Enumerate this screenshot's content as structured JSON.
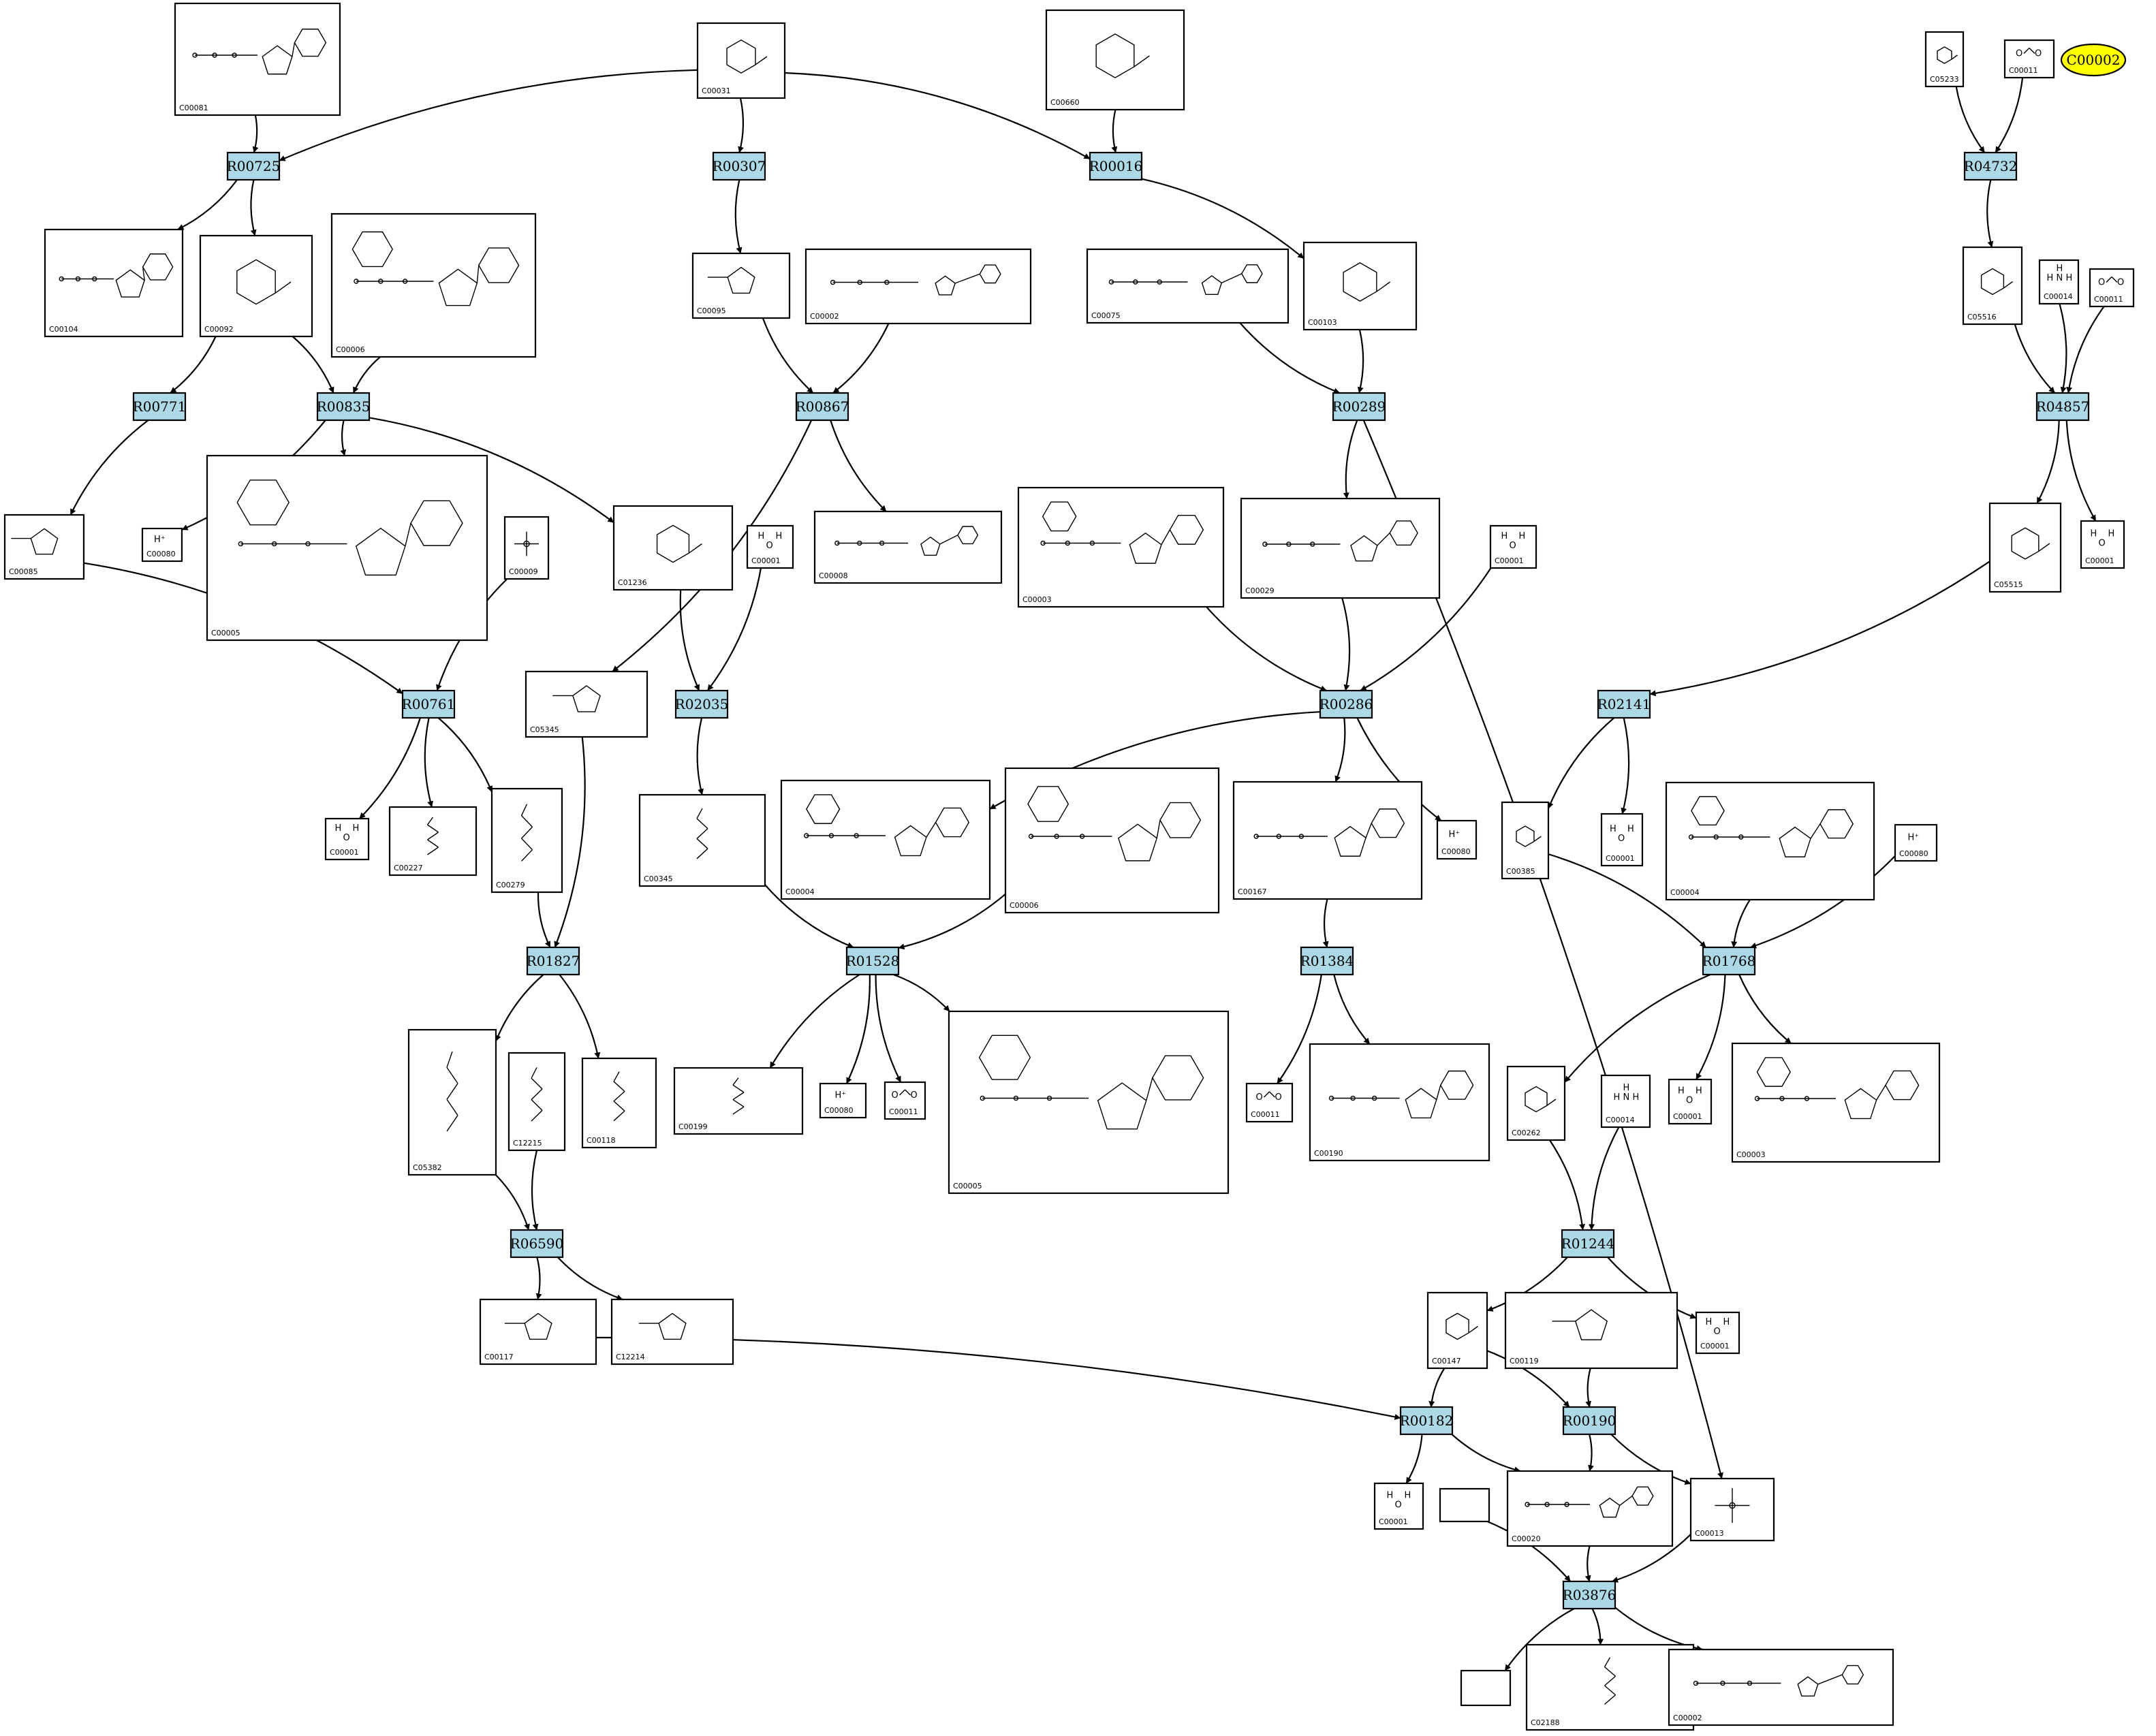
{
  "reactions": [
    "R00725",
    "R00307",
    "R00016",
    "R04732",
    "R00771",
    "R00835",
    "R00867",
    "R00289",
    "R04857",
    "R00761",
    "R02035",
    "R00286",
    "R02141",
    "R01827",
    "R01528",
    "R01384",
    "R01768",
    "R06590",
    "R01244",
    "R00182",
    "R00190",
    "R03876"
  ],
  "highlight": "C00002",
  "compounds": {
    "n_C00081": {
      "id": "C00081",
      "glyph": "nucleotide"
    },
    "n_C00031": {
      "id": "C00031",
      "glyph": "pyranose"
    },
    "n_C00660": {
      "id": "C00660",
      "glyph": "pyranose"
    },
    "n_C05233": {
      "id": "C05233",
      "glyph": "ring"
    },
    "n_C00011a": {
      "id": "C00011",
      "glyph": "co2"
    },
    "n_C00104": {
      "id": "C00104",
      "glyph": "nucleotide"
    },
    "n_C00092": {
      "id": "C00092",
      "glyph": "pyranose"
    },
    "n_C00006a": {
      "id": "C00006",
      "glyph": "dinucleotide"
    },
    "n_C00095": {
      "id": "C00095",
      "glyph": "furanose"
    },
    "n_C00002a": {
      "id": "C00002",
      "glyph": "nucleotide"
    },
    "n_C00075": {
      "id": "C00075",
      "glyph": "nucleotide"
    },
    "n_C00103": {
      "id": "C00103",
      "glyph": "pyranose"
    },
    "n_C05516": {
      "id": "C05516",
      "glyph": "ring"
    },
    "n_C00014a": {
      "id": "C00014",
      "glyph": "nh3"
    },
    "n_C00011b": {
      "id": "C00011",
      "glyph": "co2"
    },
    "n_C00085": {
      "id": "C00085",
      "glyph": "furanose"
    },
    "n_C00080a": {
      "id": "C00080",
      "glyph": "hplus"
    },
    "n_C00005a": {
      "id": "C00005",
      "glyph": "dinucleotide"
    },
    "n_C00009": {
      "id": "C00009",
      "glyph": "phosphate"
    },
    "n_C01236": {
      "id": "C01236",
      "glyph": "pyranose"
    },
    "n_C00001a": {
      "id": "C00001",
      "glyph": "water"
    },
    "n_C00008": {
      "id": "C00008",
      "glyph": "nucleotide"
    },
    "n_C00003a": {
      "id": "C00003",
      "glyph": "dinucleotide"
    },
    "n_C00029": {
      "id": "C00029",
      "glyph": "nucleotide"
    },
    "n_C00001b": {
      "id": "C00001",
      "glyph": "water"
    },
    "n_C05515": {
      "id": "C05515",
      "glyph": "ring"
    },
    "n_C00001c": {
      "id": "C00001",
      "glyph": "water"
    },
    "n_C05345": {
      "id": "C05345",
      "glyph": "furanose"
    },
    "n_C00001d": {
      "id": "C00001",
      "glyph": "water"
    },
    "n_C00227": {
      "id": "C00227",
      "glyph": "chain"
    },
    "n_C00279": {
      "id": "C00279",
      "glyph": "chain"
    },
    "n_C00345": {
      "id": "C00345",
      "glyph": "chain"
    },
    "n_C00004a": {
      "id": "C00004",
      "glyph": "dinucleotide"
    },
    "n_C00006b": {
      "id": "C00006",
      "glyph": "dinucleotide"
    },
    "n_C00167": {
      "id": "C00167",
      "glyph": "nucleotide"
    },
    "n_C00080b": {
      "id": "C00080",
      "glyph": "hplus"
    },
    "n_C00385": {
      "id": "C00385",
      "glyph": "ring"
    },
    "n_C00001e": {
      "id": "C00001",
      "glyph": "water"
    },
    "n_C00004b": {
      "id": "C00004",
      "glyph": "dinucleotide"
    },
    "n_C00080c": {
      "id": "C00080",
      "glyph": "hplus"
    },
    "n_C05382": {
      "id": "C05382",
      "glyph": "chain"
    },
    "n_C12215": {
      "id": "C12215",
      "glyph": "chain"
    },
    "n_C00118": {
      "id": "C00118",
      "glyph": "chain"
    },
    "n_C00199": {
      "id": "C00199",
      "glyph": "chain"
    },
    "n_C00080d": {
      "id": "C00080",
      "glyph": "hplus"
    },
    "n_C00011c": {
      "id": "C00011",
      "glyph": "co2"
    },
    "n_C00005b": {
      "id": "C00005",
      "glyph": "dinucleotide"
    },
    "n_C00011d": {
      "id": "C00011",
      "glyph": "co2"
    },
    "n_C00190": {
      "id": "C00190",
      "glyph": "nucleotide"
    },
    "n_C00262": {
      "id": "C00262",
      "glyph": "ring"
    },
    "n_C00014b": {
      "id": "C00014",
      "glyph": "nh3"
    },
    "n_C00001f": {
      "id": "C00001",
      "glyph": "water"
    },
    "n_C00003b": {
      "id": "C00003",
      "glyph": "dinucleotide"
    },
    "n_C00117": {
      "id": "C00117",
      "glyph": "furanose"
    },
    "n_C12214": {
      "id": "C12214",
      "glyph": "furanose"
    },
    "n_C00147": {
      "id": "C00147",
      "glyph": "ring"
    },
    "n_C00119": {
      "id": "C00119",
      "glyph": "furanose"
    },
    "n_C00001g": {
      "id": "C00001",
      "glyph": "water"
    },
    "n_C00001h": {
      "id": "C00001",
      "glyph": "water"
    },
    "n_C00020": {
      "id": "C00020",
      "glyph": "nucleotide"
    },
    "n_C00013": {
      "id": "C00013",
      "glyph": "phosphate"
    },
    "n_empty1": {
      "id": "",
      "glyph": "none"
    },
    "n_empty2": {
      "id": "",
      "glyph": "none"
    },
    "n_C02188": {
      "id": "C02188",
      "glyph": "chain"
    },
    "n_C00002b": {
      "id": "C00002",
      "glyph": "nucleotide"
    }
  },
  "edges": [
    [
      "n_C00081",
      "R00725"
    ],
    [
      "n_C00031",
      "R00725"
    ],
    [
      "R00725",
      "n_C00104"
    ],
    [
      "R00725",
      "n_C00092"
    ],
    [
      "n_C00031",
      "R00307"
    ],
    [
      "R00307",
      "n_C00095"
    ],
    [
      "n_C00031",
      "R00016"
    ],
    [
      "n_C00660",
      "R00016"
    ],
    [
      "R00016",
      "n_C00103"
    ],
    [
      "n_C05233",
      "R04732"
    ],
    [
      "n_C00011a",
      "R04732"
    ],
    [
      "R04732",
      "n_C05516"
    ],
    [
      "n_C00092",
      "R00771"
    ],
    [
      "R00771",
      "n_C00085"
    ],
    [
      "n_C00092",
      "R00835"
    ],
    [
      "n_C00006a",
      "R00835"
    ],
    [
      "R00835",
      "n_C00080a"
    ],
    [
      "R00835",
      "n_C00005a"
    ],
    [
      "R00835",
      "n_C01236"
    ],
    [
      "n_C00095",
      "R00867"
    ],
    [
      "n_C00002a",
      "R00867"
    ],
    [
      "R00867",
      "n_C00008"
    ],
    [
      "R00867",
      "n_C05345"
    ],
    [
      "n_C00075",
      "R00289"
    ],
    [
      "n_C00103",
      "R00289"
    ],
    [
      "R00289",
      "n_C00029"
    ],
    [
      "R00289",
      "n_C00013"
    ],
    [
      "n_C05516",
      "R04857"
    ],
    [
      "n_C00014a",
      "R04857"
    ],
    [
      "n_C00011b",
      "R04857"
    ],
    [
      "R04857",
      "n_C05515"
    ],
    [
      "R04857",
      "n_C00001c"
    ],
    [
      "n_C00085",
      "R00761"
    ],
    [
      "n_C00009",
      "R00761"
    ],
    [
      "R00761",
      "n_C00001d"
    ],
    [
      "R00761",
      "n_C00227"
    ],
    [
      "R00761",
      "n_C00279"
    ],
    [
      "n_C01236",
      "R02035"
    ],
    [
      "n_C00001a",
      "R02035"
    ],
    [
      "R02035",
      "n_C00345"
    ],
    [
      "n_C00029",
      "R00286"
    ],
    [
      "n_C00003a",
      "R00286"
    ],
    [
      "n_C00001b",
      "R00286"
    ],
    [
      "R00286",
      "n_C00004a"
    ],
    [
      "R00286",
      "n_C00167"
    ],
    [
      "R00286",
      "n_C00080b"
    ],
    [
      "n_C05515",
      "R02141"
    ],
    [
      "R02141",
      "n_C00385"
    ],
    [
      "R02141",
      "n_C00001e"
    ],
    [
      "n_C00279",
      "R01827"
    ],
    [
      "n_C05345",
      "R01827"
    ],
    [
      "R01827",
      "n_C05382"
    ],
    [
      "R01827",
      "n_C00118"
    ],
    [
      "n_C00345",
      "R01528"
    ],
    [
      "n_C00006b",
      "R01528"
    ],
    [
      "R01528",
      "n_C00199"
    ],
    [
      "R01528",
      "n_C00080d"
    ],
    [
      "R01528",
      "n_C00011c"
    ],
    [
      "R01528",
      "n_C00005b"
    ],
    [
      "n_C00167",
      "R01384"
    ],
    [
      "R01384",
      "n_C00011d"
    ],
    [
      "R01384",
      "n_C00190"
    ],
    [
      "n_C00385",
      "R01768"
    ],
    [
      "n_C00004b",
      "R01768"
    ],
    [
      "n_C00080c",
      "R01768"
    ],
    [
      "R01768",
      "n_C00262"
    ],
    [
      "R01768",
      "n_C00001f"
    ],
    [
      "R01768",
      "n_C00003b"
    ],
    [
      "n_C05382",
      "R06590"
    ],
    [
      "n_C12215",
      "R06590"
    ],
    [
      "R06590",
      "n_C00117"
    ],
    [
      "R06590",
      "n_C12214"
    ],
    [
      "n_C00262",
      "R01244"
    ],
    [
      "n_C00014b",
      "R01244"
    ],
    [
      "R01244",
      "n_C00147"
    ],
    [
      "R01244",
      "n_C00001g"
    ],
    [
      "n_C00117",
      "R00182"
    ],
    [
      "n_C00147",
      "R00182"
    ],
    [
      "R00182",
      "n_C00001h"
    ],
    [
      "R00182",
      "n_C00020"
    ],
    [
      "n_C00147",
      "R00190"
    ],
    [
      "n_C00119",
      "R00190"
    ],
    [
      "R00190",
      "n_C00020"
    ],
    [
      "R00190",
      "n_C00013"
    ],
    [
      "n_empty1",
      "R03876"
    ],
    [
      "n_C00020",
      "R03876"
    ],
    [
      "n_C00013",
      "R03876"
    ],
    [
      "R03876",
      "n_empty2"
    ],
    [
      "R03876",
      "n_C02188"
    ],
    [
      "R03876",
      "n_C00002b"
    ]
  ]
}
